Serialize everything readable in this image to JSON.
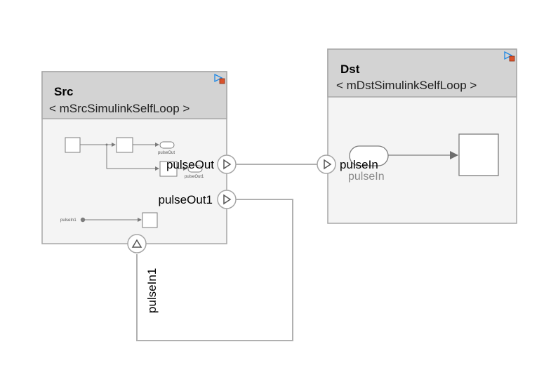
{
  "src": {
    "title": "Src",
    "reference": "< mSrcSimulinkSelfLoop >",
    "inner": {
      "pulse_out_label": "pulseOut",
      "pulse_out1_label": "pulseOut1",
      "pulse_in1_label": "pulseIn1"
    },
    "ports": {
      "pulse_out": "pulseOut",
      "pulse_out1": "pulseOut1",
      "pulse_in1": "pulseIn1"
    }
  },
  "dst": {
    "title": "Dst",
    "reference": "< mDstSimulinkSelfLoop >",
    "ports": {
      "pulse_in": "pulseIn"
    },
    "inner": {
      "pulse_in_label": "pulseIn"
    }
  },
  "colors": {
    "header": "#d3d3d3",
    "body": "#f4f4f4",
    "border": "#a6a6a6",
    "line": "#b0b0b0",
    "badge": "#1e88e5",
    "badge_accent": "#d9532c"
  }
}
